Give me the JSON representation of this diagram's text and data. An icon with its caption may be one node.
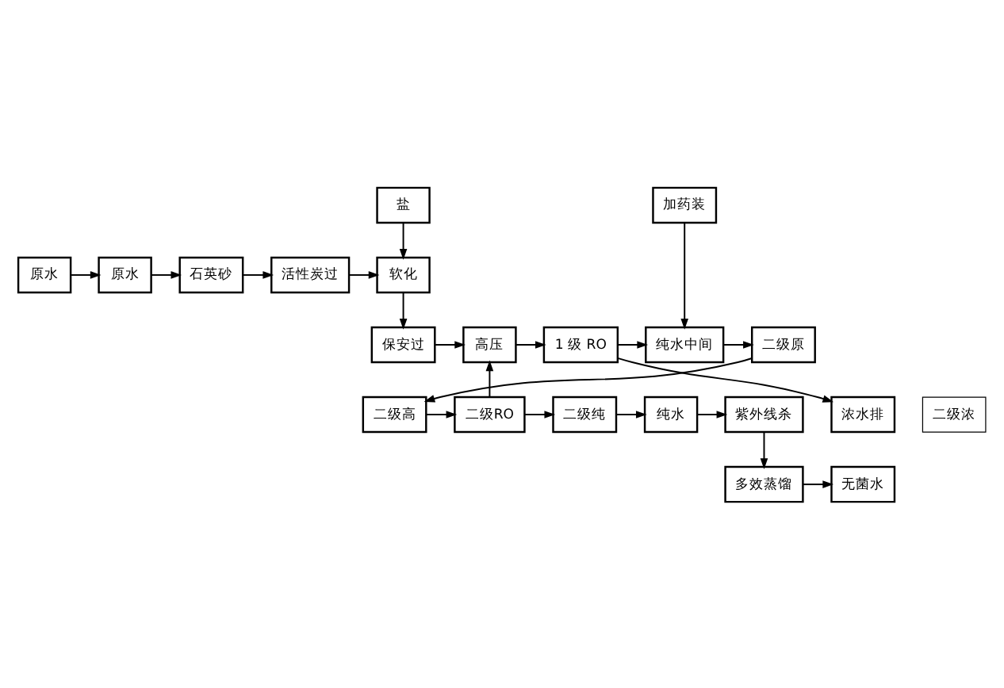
{
  "diagram": {
    "nodes": [
      {
        "text": [
          "原水"
        ]
      },
      {
        "text": [
          "原水"
        ]
      },
      {
        "text": [
          "石英砂"
        ]
      },
      {
        "text": [
          "活性炭过"
        ]
      },
      {
        "text": [
          "软化"
        ]
      },
      {
        "text": [
          "盐"
        ]
      },
      {
        "text": [
          "加药装"
        ]
      },
      {
        "text": [
          "纯水中间"
        ]
      },
      {
        "text": [
          "1 级 RO"
        ]
      },
      {
        "text": [
          "高压"
        ]
      },
      {
        "text": [
          "保安过"
        ]
      },
      {
        "text": [
          "浓水排"
        ]
      },
      {
        "text": [
          "二级原"
        ]
      },
      {
        "text": [
          "二级浓"
        ]
      },
      {
        "text": [
          "二级高"
        ]
      },
      {
        "text": [
          "二级RO"
        ]
      },
      {
        "text": [
          "二级纯"
        ]
      },
      {
        "text": [
          "纯水"
        ]
      },
      {
        "text": [
          "紫外线杀"
        ]
      },
      {
        "text": [
          "多效蒸馏"
        ]
      },
      {
        "text": [
          "无菌水"
        ]
      }
    ],
    "edges": [
      {
        "from": 0,
        "to": 1,
        "arrow": "to"
      },
      {
        "from": 1,
        "to": 2,
        "arrow": "to"
      },
      {
        "from": 2,
        "to": 3,
        "arrow": "to"
      },
      {
        "from": 3,
        "to": 4,
        "arrow": "to"
      },
      {
        "from": 5,
        "to": 4,
        "arrow": "to"
      },
      {
        "from": 4,
        "to": 10,
        "arrow": "to"
      },
      {
        "from": 10,
        "to": 9,
        "arrow": "to"
      },
      {
        "from": 9,
        "to": 8,
        "arrow": "to"
      },
      {
        "from": 8,
        "to": 7,
        "arrow": "to"
      },
      {
        "from": 6,
        "to": 7,
        "arrow": "to"
      },
      {
        "from": 8,
        "to": 11,
        "arrow": "to"
      },
      {
        "from": 7,
        "to": 12,
        "arrow": "to"
      },
      {
        "from": 12,
        "to": 14,
        "arrow": "to"
      },
      {
        "from": 14,
        "to": 15,
        "arrow": "to"
      },
      {
        "from": 15,
        "to": 16,
        "arrow": "to"
      },
      {
        "from": 15,
        "to": 9,
        "arrow": "to"
      },
      {
        "from": 16,
        "to": 17,
        "arrow": "to"
      },
      {
        "from": 17,
        "to": 18,
        "arrow": "to"
      },
      {
        "from": 18,
        "to": 19,
        "arrow": "to"
      },
      {
        "from": 19,
        "to": 20,
        "arrow": "to"
      }
    ]
  }
}
